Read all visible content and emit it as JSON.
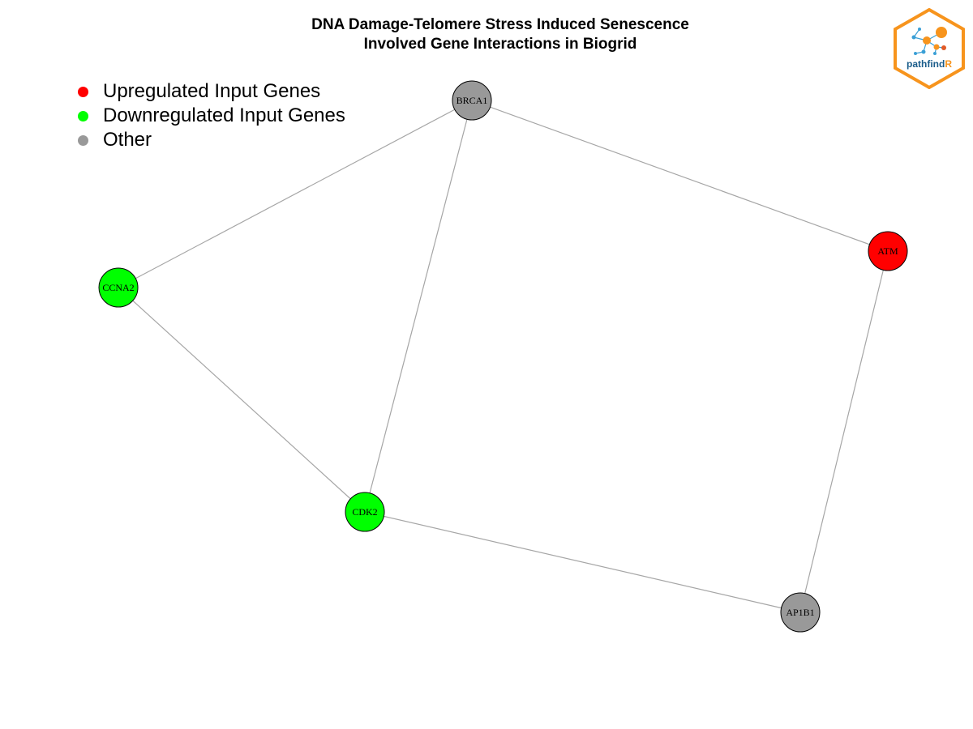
{
  "title": {
    "line1": "DNA Damage-Telomere Stress Induced Senescence",
    "line2": "Involved Gene Interactions in Biogrid"
  },
  "legend": [
    {
      "label": "Upregulated Input Genes",
      "color": "#ff0000"
    },
    {
      "label": "Downregulated Input Genes",
      "color": "#00ff00"
    },
    {
      "label": "Other",
      "color": "#999999"
    }
  ],
  "network": {
    "nodes": [
      {
        "id": "BRCA1",
        "category": "Other",
        "color": "#999999"
      },
      {
        "id": "ATM",
        "category": "Upregulated Input Genes",
        "color": "#ff0000"
      },
      {
        "id": "CCNA2",
        "category": "Downregulated Input Genes",
        "color": "#00ff00"
      },
      {
        "id": "CDK2",
        "category": "Downregulated Input Genes",
        "color": "#00ff00"
      },
      {
        "id": "AP1B1",
        "category": "Other",
        "color": "#999999"
      }
    ],
    "edges": [
      [
        "BRCA1",
        "CCNA2"
      ],
      [
        "BRCA1",
        "CDK2"
      ],
      [
        "BRCA1",
        "ATM"
      ],
      [
        "CCNA2",
        "CDK2"
      ],
      [
        "CDK2",
        "AP1B1"
      ],
      [
        "ATM",
        "AP1B1"
      ]
    ],
    "edge_color": "#a6a6a6"
  },
  "logo": {
    "text_main": "pathfind",
    "text_accent": "R",
    "icon": "network-hexagon-logo",
    "colors": {
      "outline": "#f7941d",
      "text": "#1a5c8a",
      "accent": "#f7941d"
    }
  }
}
